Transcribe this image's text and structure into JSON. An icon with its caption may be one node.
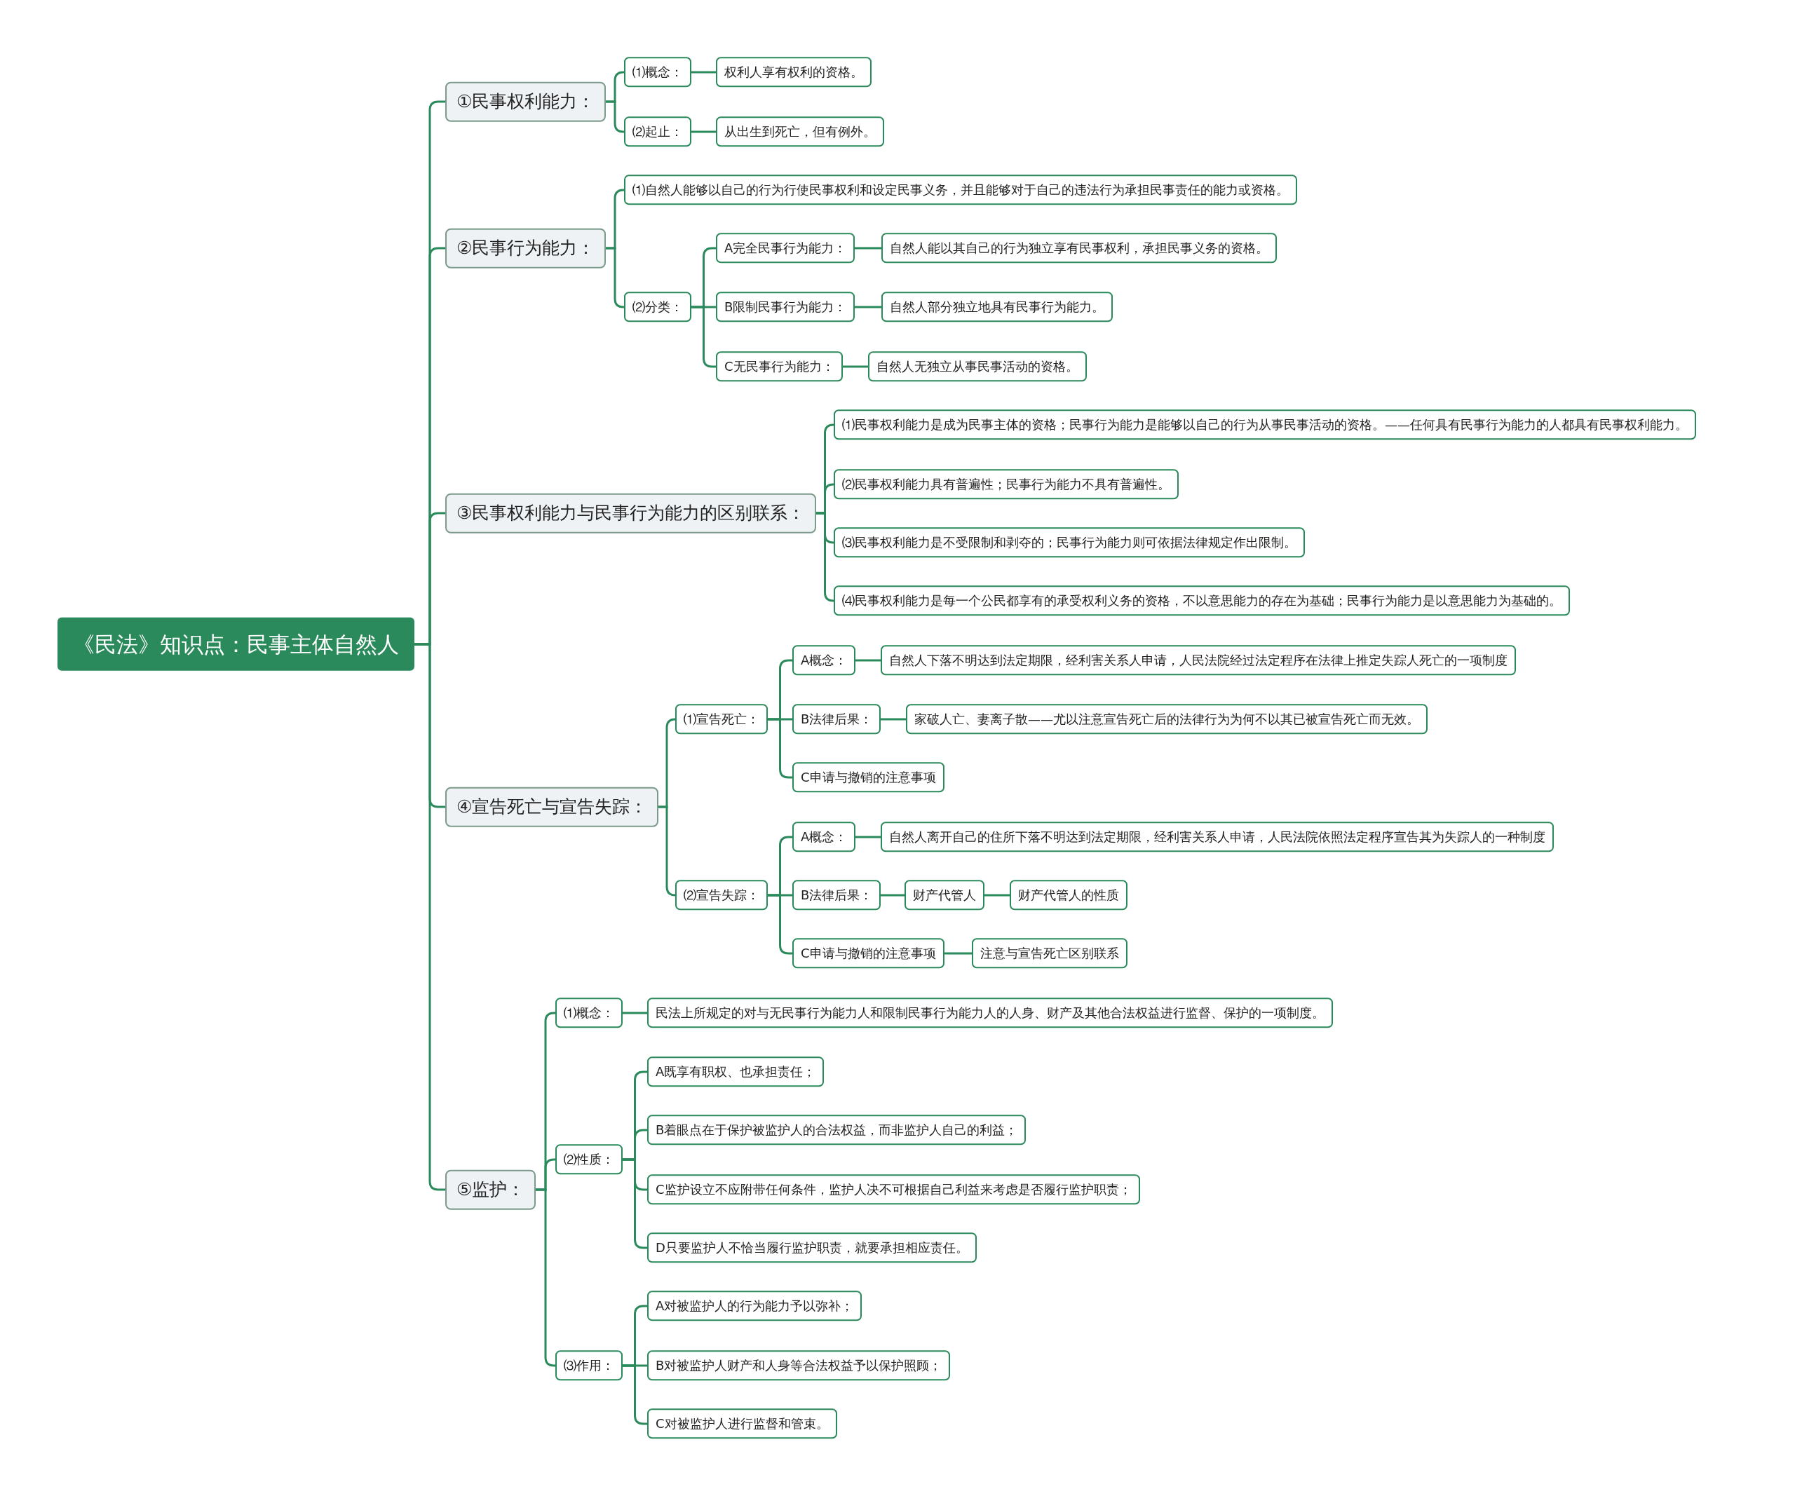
{
  "diagram": {
    "nodes": [
      {
        "text": [
          "《民法》知识点：民事主体自然人"
        ]
      },
      {
        "text": [
          "①民事权利能力："
        ]
      },
      {
        "text": [
          "⑴概念："
        ]
      },
      {
        "text": [
          "权利人享有权利的资格。"
        ]
      },
      {
        "text": [
          "⑵起止："
        ]
      },
      {
        "text": [
          "从出生到死亡，但有例外。"
        ]
      },
      {
        "text": [
          "②民事行为能力："
        ]
      },
      {
        "text": [
          "⑴自然人能够以自己的行为行使民事权利和设定民事义务，并且能够对于自己的违法行为承担民事责任的能力或资格。"
        ]
      },
      {
        "text": [
          "⑵分类："
        ]
      },
      {
        "text": [
          "A完全民事行为能力："
        ]
      },
      {
        "text": [
          "自然人能以其自己的行为独立享有民事权利，承担民事义务的资格。"
        ]
      },
      {
        "text": [
          "B限制民事行为能力："
        ]
      },
      {
        "text": [
          "自然人部分独立地具有民事行为能力。"
        ]
      },
      {
        "text": [
          "C无民事行为能力："
        ]
      },
      {
        "text": [
          "自然人无独立从事民事活动的资格。"
        ]
      },
      {
        "text": [
          "③民事权利能力与民事行为能力的区别联系："
        ]
      },
      {
        "text": [
          "⑴民事权利能力是成为民事主体的资格；民事行为能力是能够以自己的行为从事民事活动的资格。——任何具有民事行为能力的人都具有民事权利能力。"
        ]
      },
      {
        "text": [
          "⑵民事权利能力具有普遍性；民事行为能力不具有普遍性。"
        ]
      },
      {
        "text": [
          "⑶民事权利能力是不受限制和剥夺的；民事行为能力则可依据法律规定作出限制。"
        ]
      },
      {
        "text": [
          "⑷民事权利能力是每一个公民都享有的承受权利义务的资格，不以意思能力的存在为基础；民事行为能力是以意思能力为基础的。"
        ]
      },
      {
        "text": [
          "④宣告死亡与宣告失踪："
        ]
      },
      {
        "text": [
          "⑴宣告死亡："
        ]
      },
      {
        "text": [
          "A概念："
        ]
      },
      {
        "text": [
          "自然人下落不明达到法定期限，经利害关系人申请，人民法院经过法定程序在法律上推定失踪人死亡的一项制度"
        ]
      },
      {
        "text": [
          "B法律后果："
        ]
      },
      {
        "text": [
          "家破人亡、妻离子散——尤以注意宣告死亡后的法律行为为何不以其已被宣告死亡而无效。"
        ]
      },
      {
        "text": [
          "C申请与撤销的注意事项"
        ]
      },
      {
        "text": [
          "⑵宣告失踪："
        ]
      },
      {
        "text": [
          "A概念："
        ]
      },
      {
        "text": [
          "自然人离开自己的住所下落不明达到法定期限，经利害关系人申请，人民法院依照法定程序宣告其为失踪人的一种制度"
        ]
      },
      {
        "text": [
          "B法律后果："
        ]
      },
      {
        "text": [
          "财产代管人"
        ]
      },
      {
        "text": [
          "财产代管人的性质"
        ]
      },
      {
        "text": [
          "C申请与撤销的注意事项"
        ]
      },
      {
        "text": [
          "注意与宣告死亡区别联系"
        ]
      },
      {
        "text": [
          "⑤监护："
        ]
      },
      {
        "text": [
          "⑴概念："
        ]
      },
      {
        "text": [
          "民法上所规定的对与无民事行为能力人和限制民事行为能力人的人身、财产及其他合法权益进行监督、保护的一项制度。"
        ]
      },
      {
        "text": [
          "⑵性质："
        ]
      },
      {
        "text": [
          "A既享有职权、也承担责任；"
        ]
      },
      {
        "text": [
          "B着眼点在于保护被监护人的合法权益，而非监护人自己的利益；"
        ]
      },
      {
        "text": [
          "C监护设立不应附带任何条件，监护人决不可根据自己利益来考虑是否履行监护职责；"
        ]
      },
      {
        "text": [
          "D只要监护人不恰当履行监护职责，就要承担相应责任。"
        ]
      },
      {
        "text": [
          "⑶作用："
        ]
      },
      {
        "text": [
          "A对被监护人的行为能力予以弥补；"
        ]
      },
      {
        "text": [
          "B对被监护人财产和人身等合法权益予以保护照顾；"
        ]
      },
      {
        "text": [
          "C对被监护人进行监督和管束。"
        ]
      }
    ],
    "edges": [
      {
        "from": 0,
        "to": 1,
        "arrow": "none"
      },
      {
        "from": 1,
        "to": 2,
        "arrow": "none"
      },
      {
        "from": 2,
        "to": 3,
        "arrow": "none"
      },
      {
        "from": 1,
        "to": 4,
        "arrow": "none"
      },
      {
        "from": 4,
        "to": 5,
        "arrow": "none"
      },
      {
        "from": 0,
        "to": 6,
        "arrow": "none"
      },
      {
        "from": 6,
        "to": 7,
        "arrow": "none"
      },
      {
        "from": 6,
        "to": 8,
        "arrow": "none"
      },
      {
        "from": 8,
        "to": 9,
        "arrow": "none"
      },
      {
        "from": 9,
        "to": 10,
        "arrow": "none"
      },
      {
        "from": 8,
        "to": 11,
        "arrow": "none"
      },
      {
        "from": 11,
        "to": 12,
        "arrow": "none"
      },
      {
        "from": 8,
        "to": 13,
        "arrow": "none"
      },
      {
        "from": 13,
        "to": 14,
        "arrow": "none"
      },
      {
        "from": 0,
        "to": 15,
        "arrow": "none"
      },
      {
        "from": 15,
        "to": 16,
        "arrow": "none"
      },
      {
        "from": 15,
        "to": 17,
        "arrow": "none"
      },
      {
        "from": 15,
        "to": 18,
        "arrow": "none"
      },
      {
        "from": 15,
        "to": 19,
        "arrow": "none"
      },
      {
        "from": 0,
        "to": 20,
        "arrow": "none"
      },
      {
        "from": 20,
        "to": 21,
        "arrow": "none"
      },
      {
        "from": 21,
        "to": 22,
        "arrow": "none"
      },
      {
        "from": 22,
        "to": 23,
        "arrow": "none"
      },
      {
        "from": 21,
        "to": 24,
        "arrow": "none"
      },
      {
        "from": 24,
        "to": 25,
        "arrow": "none"
      },
      {
        "from": 21,
        "to": 26,
        "arrow": "none"
      },
      {
        "from": 20,
        "to": 27,
        "arrow": "none"
      },
      {
        "from": 27,
        "to": 28,
        "arrow": "none"
      },
      {
        "from": 28,
        "to": 29,
        "arrow": "none"
      },
      {
        "from": 27,
        "to": 30,
        "arrow": "none"
      },
      {
        "from": 30,
        "to": 31,
        "arrow": "none"
      },
      {
        "from": 31,
        "to": 32,
        "arrow": "none"
      },
      {
        "from": 27,
        "to": 33,
        "arrow": "none"
      },
      {
        "from": 33,
        "to": 34,
        "arrow": "none"
      },
      {
        "from": 0,
        "to": 35,
        "arrow": "none"
      },
      {
        "from": 35,
        "to": 36,
        "arrow": "none"
      },
      {
        "from": 36,
        "to": 37,
        "arrow": "none"
      },
      {
        "from": 35,
        "to": 38,
        "arrow": "none"
      },
      {
        "from": 38,
        "to": 39,
        "arrow": "none"
      },
      {
        "from": 38,
        "to": 40,
        "arrow": "none"
      },
      {
        "from": 38,
        "to": 41,
        "arrow": "none"
      },
      {
        "from": 38,
        "to": 42,
        "arrow": "none"
      },
      {
        "from": 35,
        "to": 43,
        "arrow": "none"
      },
      {
        "from": 43,
        "to": 44,
        "arrow": "none"
      },
      {
        "from": 43,
        "to": 45,
        "arrow": "none"
      },
      {
        "from": 43,
        "to": 46,
        "arrow": "none"
      }
    ]
  }
}
